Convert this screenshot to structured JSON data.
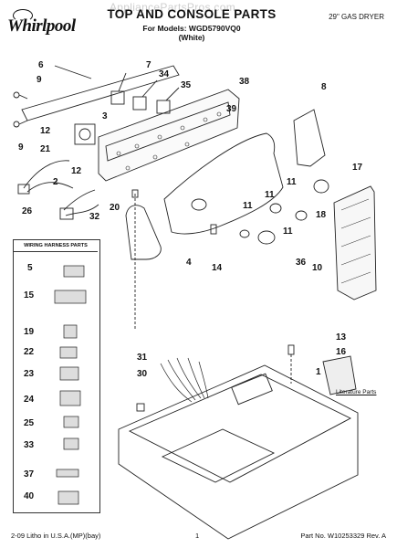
{
  "header": {
    "brand": "Whirlpool",
    "watermark": "AppliancePartsPros.com",
    "title": "TOP AND CONSOLE PARTS",
    "models_line1": "For Models: WGD5790VQ0",
    "models_line2": "(White)",
    "product": "29\" GAS DRYER"
  },
  "harness_box_title": "WIRING HARNESS PARTS",
  "literature_label": "Literature Parts",
  "footer": {
    "left": "2-09 Litho in U.S.A.(MP)(bay)",
    "center": "1",
    "right": "Part No. W10253329 Rev. A"
  },
  "callouts": {
    "c6": "6",
    "c9a": "9",
    "c12a": "12",
    "c9b": "9",
    "c21": "21",
    "c12b": "12",
    "c7": "7",
    "c34": "34",
    "c35": "35",
    "c3": "3",
    "c38": "38",
    "c39": "39",
    "c8": "8",
    "c2": "2",
    "c26": "26",
    "c32": "32",
    "c20": "20",
    "c4": "4",
    "c14": "14",
    "c11a": "11",
    "c11b": "11",
    "c11c": "11",
    "c11d": "11",
    "c17": "17",
    "c18": "18",
    "c36": "36",
    "c10": "10",
    "c31": "31",
    "c30": "30",
    "c13": "13",
    "c16": "16",
    "c1": "1",
    "h5": "5",
    "h15": "15",
    "h19": "19",
    "h22": "22",
    "h23": "23",
    "h24": "24",
    "h25": "25",
    "h33": "33",
    "h37": "37",
    "h40": "40"
  }
}
